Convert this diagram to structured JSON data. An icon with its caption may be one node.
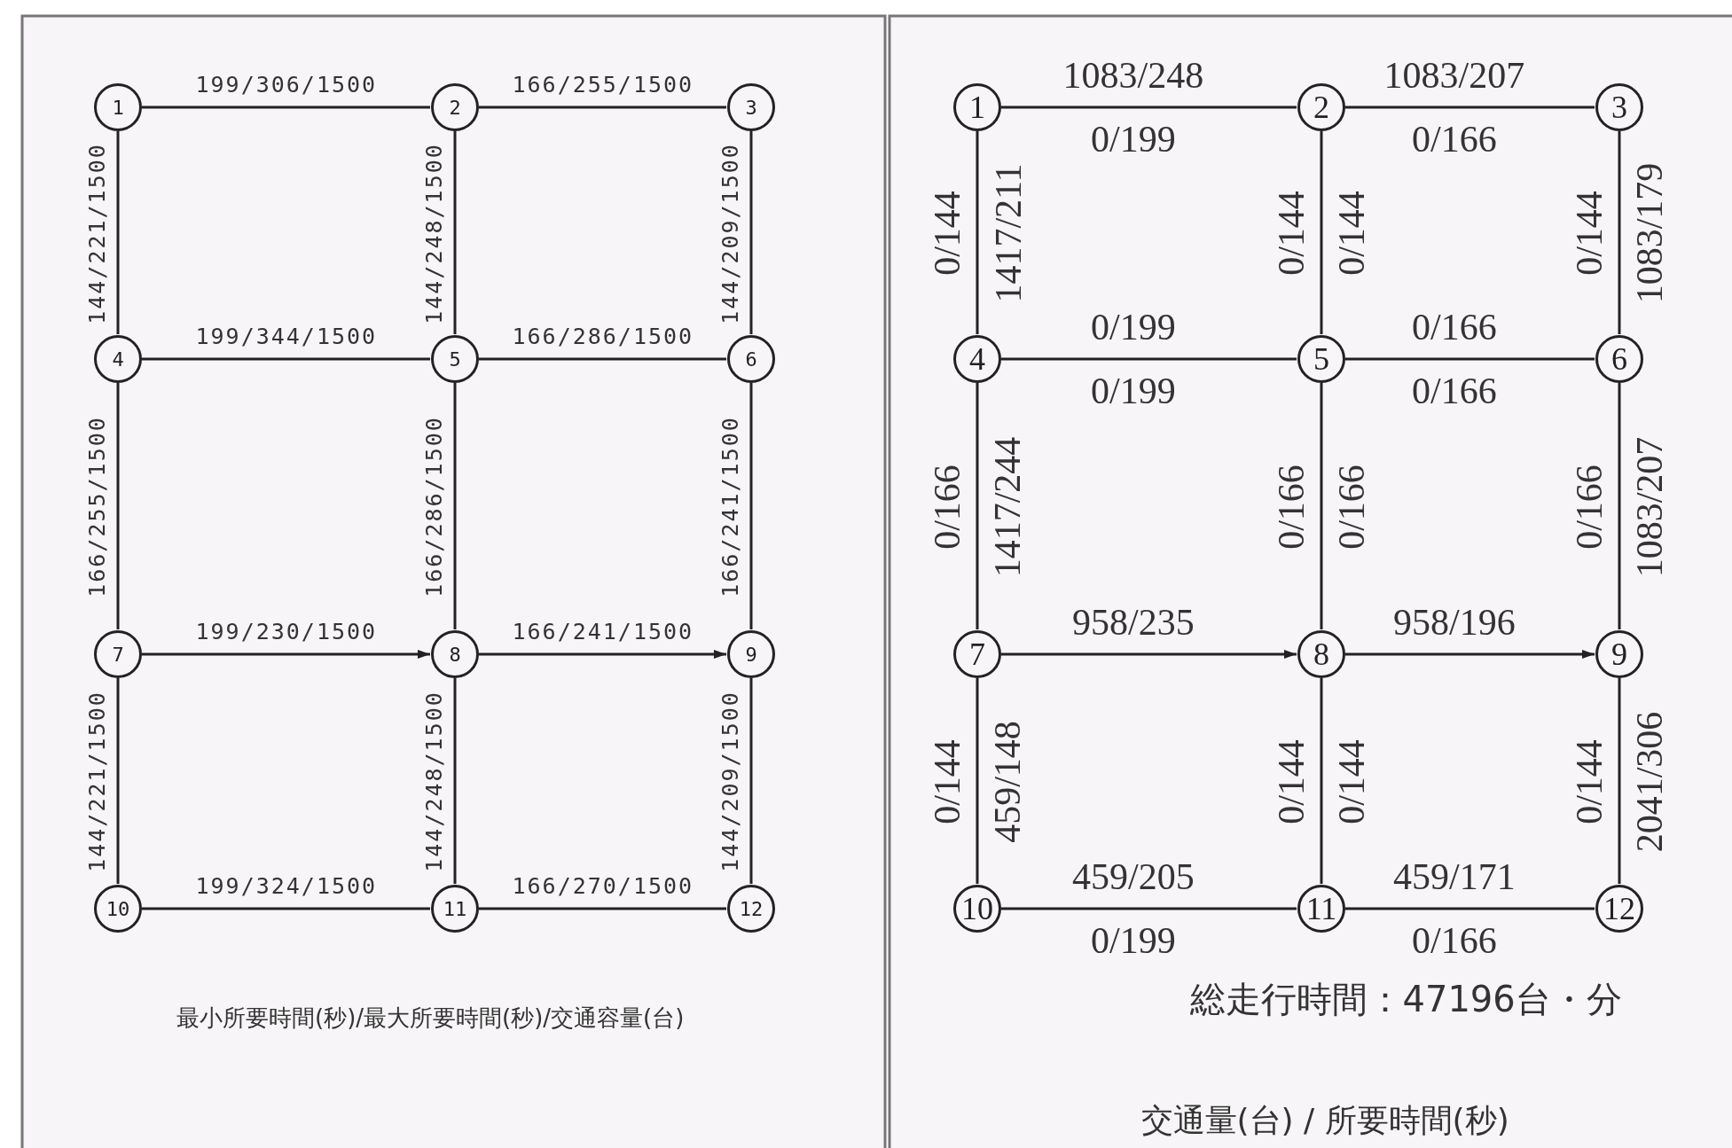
{
  "diagram": {
    "nodes": [
      {
        "text": [
          "1"
        ]
      },
      {
        "text": [
          "2"
        ]
      },
      {
        "text": [
          "3"
        ]
      },
      {
        "text": [
          "4"
        ]
      },
      {
        "text": [
          "5"
        ]
      },
      {
        "text": [
          "6"
        ]
      },
      {
        "text": [
          "7"
        ]
      },
      {
        "text": [
          "8"
        ]
      },
      {
        "text": [
          "9"
        ]
      },
      {
        "text": [
          "10"
        ]
      },
      {
        "text": [
          "11"
        ]
      },
      {
        "text": [
          "12"
        ]
      },
      {
        "text": [
          "1"
        ]
      },
      {
        "text": [
          "2"
        ]
      },
      {
        "text": [
          "3"
        ]
      },
      {
        "text": [
          "4"
        ]
      },
      {
        "text": [
          "5"
        ]
      },
      {
        "text": [
          "6"
        ]
      },
      {
        "text": [
          "7"
        ]
      },
      {
        "text": [
          "8"
        ]
      },
      {
        "text": [
          "9"
        ]
      },
      {
        "text": [
          "10"
        ]
      },
      {
        "text": [
          "11"
        ]
      },
      {
        "text": [
          "12"
        ]
      }
    ],
    "edges": [
      {
        "from": 0,
        "to": 1,
        "arrow": "none",
        "label": "199/306/1500"
      },
      {
        "from": 1,
        "to": 2,
        "arrow": "none",
        "label": "166/255/1500"
      },
      {
        "from": 0,
        "to": 3,
        "arrow": "none",
        "label": "144/221/1500"
      },
      {
        "from": 1,
        "to": 4,
        "arrow": "none",
        "label": "144/248/1500"
      },
      {
        "from": 2,
        "to": 5,
        "arrow": "none",
        "label": "144/209/1500"
      },
      {
        "from": 3,
        "to": 4,
        "arrow": "none",
        "label": "199/344/1500"
      },
      {
        "from": 4,
        "to": 5,
        "arrow": "none",
        "label": "166/286/1500"
      },
      {
        "from": 3,
        "to": 6,
        "arrow": "none",
        "label": "166/255/1500"
      },
      {
        "from": 4,
        "to": 7,
        "arrow": "none",
        "label": "166/286/1500"
      },
      {
        "from": 5,
        "to": 8,
        "arrow": "none",
        "label": "166/241/1500"
      },
      {
        "from": 6,
        "to": 7,
        "arrow": "to",
        "label": "199/230/1500"
      },
      {
        "from": 7,
        "to": 8,
        "arrow": "to",
        "label": "166/241/1500"
      },
      {
        "from": 6,
        "to": 9,
        "arrow": "none",
        "label": "144/221/1500"
      },
      {
        "from": 7,
        "to": 10,
        "arrow": "none",
        "label": "144/248/1500"
      },
      {
        "from": 8,
        "to": 11,
        "arrow": "none",
        "label": "144/209/1500"
      },
      {
        "from": 9,
        "to": 10,
        "arrow": "none",
        "label": "199/324/1500"
      },
      {
        "from": 10,
        "to": 11,
        "arrow": "none",
        "label": "166/270/1500"
      },
      {
        "from": 12,
        "to": 13,
        "arrow": "none",
        "label": "1083/248"
      },
      {
        "from": 13,
        "to": 14,
        "arrow": "none",
        "label": "1083/207"
      },
      {
        "from": 12,
        "to": 15,
        "arrow": "none",
        "label": "1417/211"
      },
      {
        "from": 13,
        "to": 16,
        "arrow": "none",
        "label": "0/144"
      },
      {
        "from": 14,
        "to": 17,
        "arrow": "none",
        "label": "1083/179"
      },
      {
        "from": 15,
        "to": 16,
        "arrow": "none",
        "label": "0/199"
      },
      {
        "from": 16,
        "to": 17,
        "arrow": "none",
        "label": "0/166"
      },
      {
        "from": 15,
        "to": 18,
        "arrow": "none",
        "label": "1417/244"
      },
      {
        "from": 16,
        "to": 19,
        "arrow": "none",
        "label": "0/166"
      },
      {
        "from": 17,
        "to": 20,
        "arrow": "none",
        "label": "1083/207"
      },
      {
        "from": 18,
        "to": 19,
        "arrow": "to",
        "label": "958/235"
      },
      {
        "from": 19,
        "to": 20,
        "arrow": "to",
        "label": "958/196"
      },
      {
        "from": 18,
        "to": 21,
        "arrow": "none",
        "label": "459/148"
      },
      {
        "from": 19,
        "to": 22,
        "arrow": "none",
        "label": "0/144"
      },
      {
        "from": 20,
        "to": 23,
        "arrow": "none",
        "label": "2041/306"
      },
      {
        "from": 21,
        "to": 22,
        "arrow": "none",
        "label": "459/205"
      },
      {
        "from": 22,
        "to": 23,
        "arrow": "none",
        "label": "459/171"
      }
    ],
    "labels": [
      "最小所要時間(秒)/最大所要時間(秒)/交通容量(台)",
      "0/199",
      "0/166",
      "0/144",
      "0/144",
      "0/144",
      "0/199",
      "0/166",
      "0/166",
      "0/166",
      "0/166",
      "0/144",
      "0/144",
      "0/144",
      "0/199",
      "0/166",
      "総走行時間：47196台・分",
      "交通量(台) / 所要時間(秒)"
    ]
  }
}
